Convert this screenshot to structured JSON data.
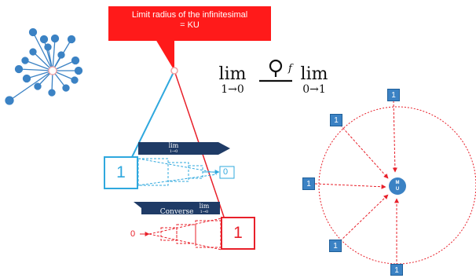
{
  "callout": {
    "line1": "Limit radius of the infinitesimal",
    "line2": "= KU"
  },
  "formula": {
    "left": {
      "word": "lim",
      "sub": "1→0"
    },
    "operator_superscript": "f",
    "right": {
      "word": "lim",
      "sub": "0→1"
    }
  },
  "upper_funnel": {
    "banner": {
      "word": "lim",
      "sub": "1→0"
    },
    "start_value": "1",
    "end_value": "0",
    "color": "#2fa8de"
  },
  "lower_funnel": {
    "banner": {
      "prefix": "Converse",
      "word": "lim",
      "sub": "1→0"
    },
    "start_value": "0",
    "end_value": "1",
    "color": "#e8202a"
  },
  "circle": {
    "center_label_top": "M",
    "center_label_bottom": "U",
    "node_label": "1",
    "accent": "#3b82c4",
    "dash_color": "#e8202a"
  }
}
